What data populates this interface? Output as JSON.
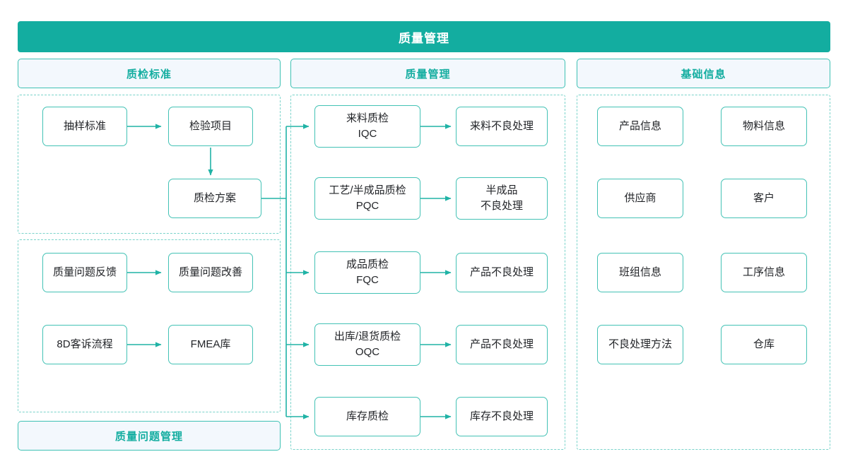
{
  "header": {
    "title": "质量管理",
    "bg_color": "#13ada0",
    "text_color": "#ffffff"
  },
  "theme": {
    "accent": "#13ada0",
    "node_border": "#43c2b5",
    "group_border": "#79d3ca",
    "panel_head_bg": "#f3f8fd",
    "panel_head_text": "#13ada0",
    "arrow": "#20b3a6",
    "node_text": "#222428",
    "canvas_bg": "#ffffff"
  },
  "columns": [
    {
      "id": "quality-inspection-standard",
      "head": "质检标准",
      "footer": "质量问题管理"
    },
    {
      "id": "quality-management",
      "head": "质量管理"
    },
    {
      "id": "basic-information",
      "head": "基础信息"
    }
  ],
  "nodes": {
    "sampling_standard": "抽样标准",
    "inspection_item": "检验项目",
    "inspection_plan": "质检方案",
    "quality_issue_feedback": "质量问题反馈",
    "quality_issue_improve": "质量问题改善",
    "complaint_8d": "8D客诉流程",
    "fmea_library": "FMEA库",
    "iqc": "来料质检\nIQC",
    "iqc_defect": "来料不良处理",
    "pqc": "工艺/半成品质检\nPQC",
    "pqc_defect": "半成品\n不良处理",
    "fqc": "成品质检\nFQC",
    "fqc_defect": "产品不良处理",
    "oqc": "出库/退货质检\nOQC",
    "oqc_defect": "产品不良处理",
    "stock_inspection": "库存质检",
    "stock_defect": "库存不良处理",
    "product_info": "产品信息",
    "material_info": "物料信息",
    "supplier": "供应商",
    "customer": "客户",
    "team_info": "班组信息",
    "process_info": "工序信息",
    "defect_method": "不良处理方法",
    "warehouse": "仓库"
  }
}
